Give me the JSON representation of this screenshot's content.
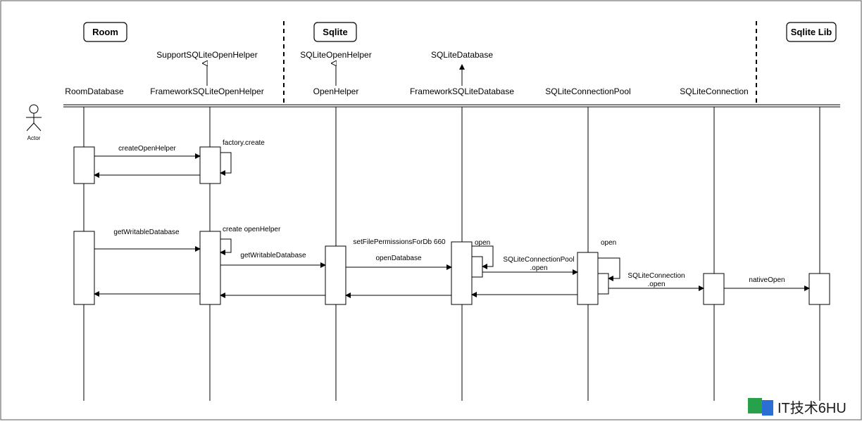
{
  "groups": [
    {
      "name": "Room"
    },
    {
      "name": "Sqlite"
    },
    {
      "name": "Sqlite Lib"
    }
  ],
  "actor": {
    "label": "Actor"
  },
  "lifelines": [
    {
      "label": "RoomDatabase"
    },
    {
      "label": "FrameworkSQLiteOpenHelper"
    },
    {
      "label": "OpenHelper"
    },
    {
      "label": "FrameworkSQLiteDatabase"
    },
    {
      "label": "SQLiteConnectionPool"
    },
    {
      "label": "SQLiteConnection"
    },
    {
      "label": ""
    }
  ],
  "supertypes": [
    {
      "label": "SupportSQLiteOpenHelper",
      "arrow": "open"
    },
    {
      "label": "SQLiteOpenHelper",
      "arrow": "open"
    },
    {
      "label": "SQLiteDatabase",
      "arrow": "filled"
    }
  ],
  "messages": [
    {
      "text": "createOpenHelper",
      "from": "RoomDatabase",
      "to": "FrameworkSQLiteOpenHelper"
    },
    {
      "text": "factory.create",
      "self": "FrameworkSQLiteOpenHelper"
    },
    {
      "text": "getWritableDatabase",
      "from": "RoomDatabase",
      "to": "FrameworkSQLiteOpenHelper"
    },
    {
      "text": "create openHelper",
      "self": "FrameworkSQLiteOpenHelper"
    },
    {
      "text": "getWritableDatabase",
      "from": "FrameworkSQLiteOpenHelper",
      "to": "OpenHelper"
    },
    {
      "text": "setFilePermissionsForDb 660",
      "from": "OpenHelper",
      "to": "FrameworkSQLiteDatabase"
    },
    {
      "text": "openDatabase",
      "from": "OpenHelper",
      "to": "FrameworkSQLiteDatabase"
    },
    {
      "text": "open",
      "self": "FrameworkSQLiteDatabase"
    },
    {
      "text": "SQLiteConnectionPool",
      "text2": ".open",
      "from": "FrameworkSQLiteDatabase",
      "to": "SQLiteConnectionPool"
    },
    {
      "text": "open",
      "self": "SQLiteConnectionPool"
    },
    {
      "text": "SQLiteConnection",
      "text2": ".open",
      "from": "SQLiteConnectionPool",
      "to": "SQLiteConnection"
    },
    {
      "text": "nativeOpen",
      "from": "SQLiteConnection",
      "to": "Sqlite Lib"
    }
  ],
  "watermark": {
    "text": "IT技术6HU",
    "logo_color": "#27a14a",
    "logo_color2": "#2b6fd6"
  }
}
